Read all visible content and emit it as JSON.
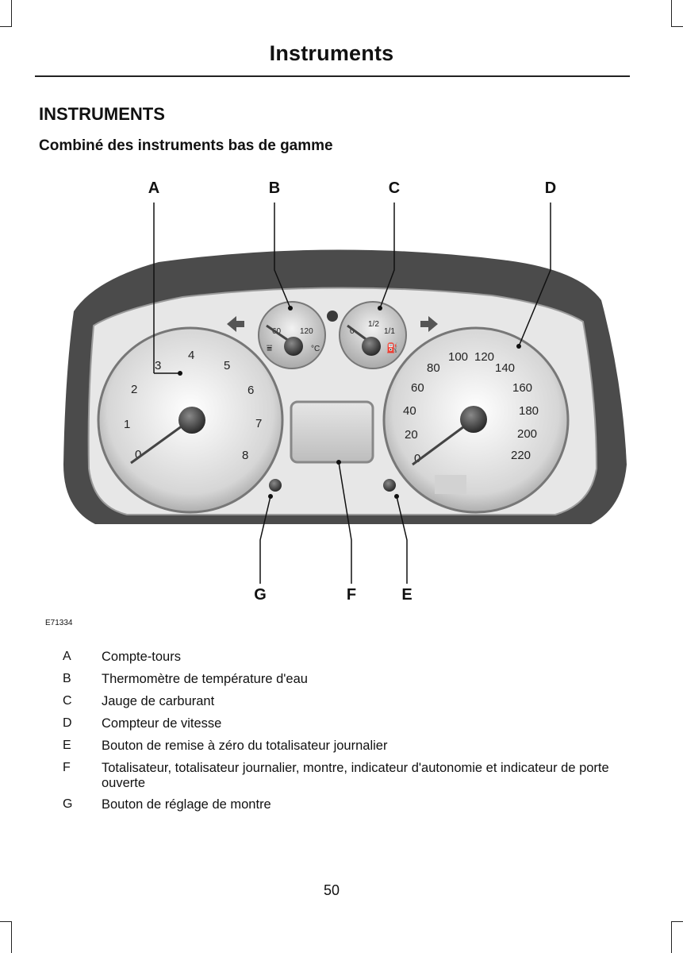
{
  "header": {
    "title": "Instruments"
  },
  "section": {
    "heading": "INSTRUMENTS",
    "subheading": "Combiné des instruments bas de gamme"
  },
  "figure": {
    "code": "E71334",
    "callouts": [
      "A",
      "B",
      "C",
      "D",
      "G",
      "F",
      "E"
    ],
    "tachometer_ticks": [
      "0",
      "1",
      "2",
      "3",
      "4",
      "5",
      "6",
      "7",
      "8"
    ],
    "temp_labels": [
      "60",
      "120",
      "°C"
    ],
    "fuel_labels": [
      "0",
      "1/2",
      "1/1"
    ],
    "speed_ticks": [
      "0",
      "20",
      "40",
      "60",
      "80",
      "100",
      "120",
      "140",
      "160",
      "180",
      "200",
      "220"
    ]
  },
  "legend": [
    {
      "key": "A",
      "text": "Compte-tours"
    },
    {
      "key": "B",
      "text": "Thermomètre de température d'eau"
    },
    {
      "key": "C",
      "text": "Jauge de carburant"
    },
    {
      "key": "D",
      "text": "Compteur de vitesse"
    },
    {
      "key": "E",
      "text": "Bouton de remise à zéro du totalisateur journalier"
    },
    {
      "key": "F",
      "text": "Totalisateur, totalisateur journalier, montre, indicateur d'autonomie et indicateur de porte ouverte"
    },
    {
      "key": "G",
      "text": "Bouton de réglage de montre"
    }
  ],
  "page_number": "50"
}
